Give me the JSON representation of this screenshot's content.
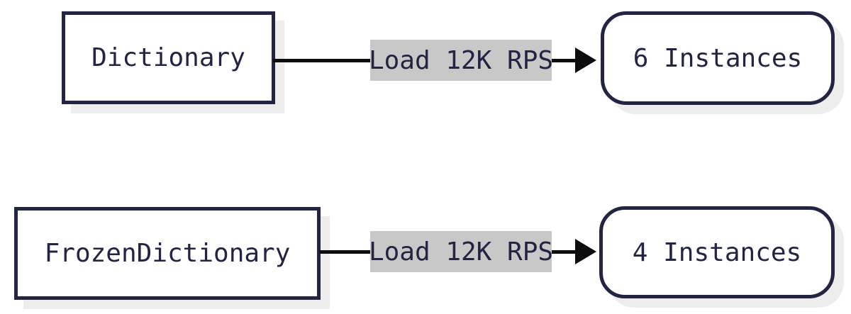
{
  "diagram": {
    "rows": [
      {
        "source": "Dictionary",
        "edge_label": "Load 12K RPS",
        "target": "6 Instances"
      },
      {
        "source": "FrozenDictionary",
        "edge_label": "Load 12K RPS",
        "target": "4 Instances"
      }
    ],
    "colors": {
      "canvas_bg": "#ffffff",
      "box_bg": "#ffffff",
      "border": "#232441",
      "text": "#232441",
      "arrow": "#0d0d0d",
      "label_bg": "#c8c8c8",
      "shadow": "#ededed"
    }
  }
}
